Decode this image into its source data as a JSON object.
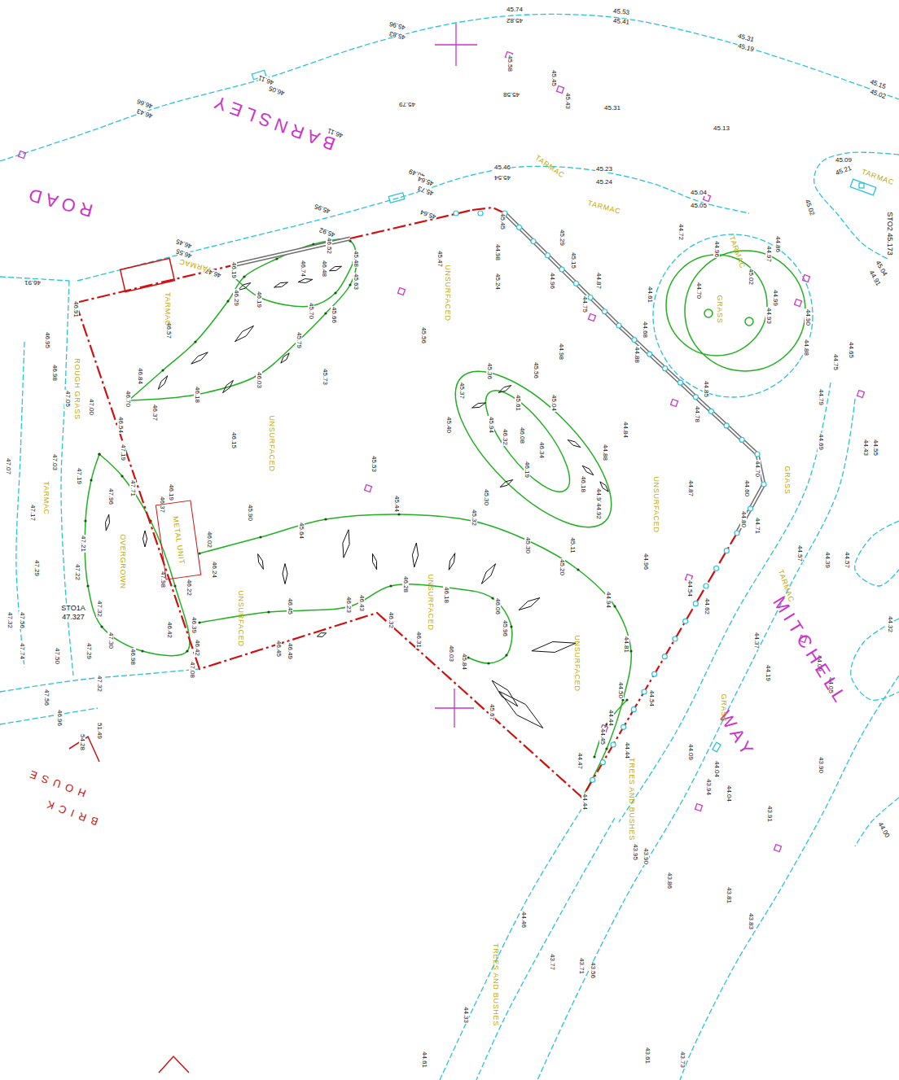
{
  "diagram": {
    "nodes": [
      {
        "text": [
          "METAL UNIT"
        ]
      }
    ],
    "labels": [
      "45.74",
      "45.82",
      "45.53",
      "45.41",
      "45.31",
      "45.19",
      "45.15",
      "45.02",
      "45.96",
      "45.83",
      "46.11",
      "46.05",
      "46.66",
      "46.43",
      "45.58",
      "45.45",
      "45.43",
      "45.58",
      "45.79",
      "45.31",
      "45.13",
      "46.11",
      "46.49",
      "45.64",
      "45.73",
      "45.46",
      "45.54",
      "45.23",
      "45.24",
      "45.04",
      "45.05",
      "45.09",
      "45.21",
      "45.02",
      "45.04",
      "44.91",
      "45.95",
      "46.45",
      "46.55",
      "46.47",
      "46.91",
      "45.92",
      "45.64",
      "46.19",
      "46.74",
      "46.48",
      "46.52",
      "45.48",
      "45.63",
      "46.29",
      "46.19",
      "45.70",
      "45.66",
      "45.79",
      "46.57",
      "46.03",
      "45.73",
      "46.84",
      "46.70",
      "46.18",
      "46.37",
      "46.15",
      "45.90",
      "45.53",
      "45.56",
      "45.47",
      "45.45",
      "44.98",
      "45.24",
      "44.96",
      "45.29",
      "45.15",
      "44.87",
      "44.75",
      "44.98",
      "44.68",
      "44.88",
      "44.85",
      "44.78",
      "44.70",
      "44.60",
      "44.80",
      "44.71",
      "44.84",
      "44.87",
      "44.96",
      "45.36",
      "45.56",
      "45.37",
      "45.61",
      "45.04",
      "45.94",
      "46.32",
      "46.08",
      "46.34",
      "46.19",
      "45.40",
      "44.88",
      "46.18",
      "44.97",
      "44.92",
      "45.30",
      "45.30",
      "45.11",
      "45.44",
      "45.32",
      "45.64",
      "45.20",
      "44.94",
      "46.02",
      "46.24",
      "46.22",
      "46.45",
      "46.23",
      "46.43",
      "46.28",
      "46.18",
      "46.06",
      "45.96",
      "46.45",
      "46.49",
      "46.39",
      "46.42",
      "46.32",
      "46.31",
      "46.03",
      "45.84",
      "45.67",
      "44.81",
      "44.50",
      "44.54",
      "44.44",
      "44.45",
      "44.44",
      "44.47",
      "44.44",
      "44.54",
      "44.62",
      "44.57",
      "44.37",
      "44.39",
      "46.91",
      "46.95",
      "46.98",
      "47.00",
      "47.05",
      "47.07",
      "47.03",
      "47.19",
      "46.54",
      "47.19",
      "47.17",
      "46.19",
      "46.37",
      "47.71",
      "47.96",
      "47.21",
      "47.22",
      "47.29",
      "47.32",
      "47.98",
      "46.42",
      "47.30",
      "47.29",
      "47.32",
      "47.56",
      "47.74",
      "47.50",
      "47.32",
      "47.56",
      "46.98",
      "46.96",
      "47.08",
      "51.49",
      "54.28",
      "44.72",
      "44.86",
      "44.97",
      "44.96",
      "45.02",
      "44.70",
      "44.61",
      "44.99",
      "44.93",
      "44.90",
      "44.88",
      "44.79",
      "44.75",
      "44.65",
      "44.69",
      "44.43",
      "44.55",
      "44.57",
      "44.32",
      "44.19",
      "44.08",
      "44.05",
      "44.09",
      "44.04",
      "43.94",
      "44.04",
      "43.91",
      "43.90",
      "44.00",
      "43.95",
      "43.90",
      "43.86",
      "43.81",
      "43.83",
      "44.46",
      "43.77",
      "43.71",
      "43.56",
      "44.33",
      "43.61",
      "43.73",
      "44.61",
      "STO1A",
      "47.327",
      "STO2",
      "45.173",
      "BARNSLEY",
      "ROAD",
      "MITCHELL",
      "WAY",
      "HOUSE",
      "BRICK",
      "TARMAC",
      "TARMAC",
      "TARMAC",
      "TARMAC",
      "TARMAC",
      "TARMAC",
      "TARMAC",
      "TARMAC",
      "UNSURFACED",
      "UNSURFACED",
      "UNSURFACED",
      "UNSURFACED",
      "UNSURFACED",
      "UNSURFACED",
      "GRASS",
      "GRASS",
      "GRASS",
      "ROUGH GRASS",
      "OVERGROWN",
      "TREES AND BUSHES",
      "TREES AND BUSHES"
    ]
  }
}
